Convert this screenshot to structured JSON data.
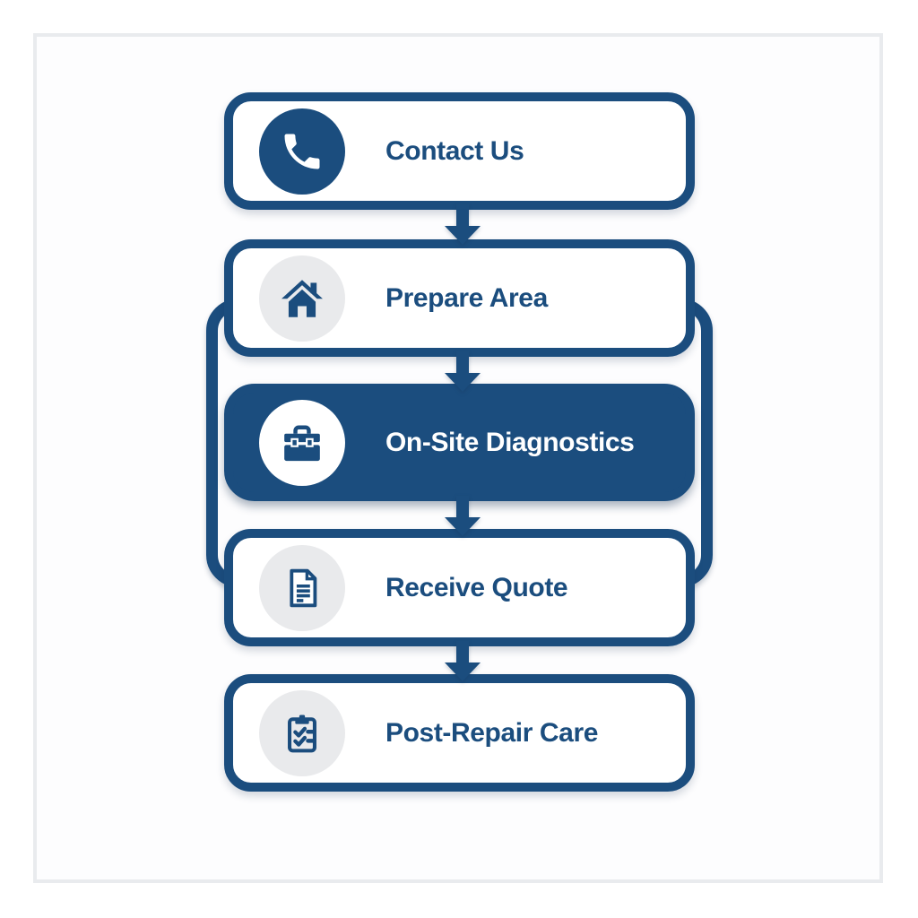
{
  "palette": {
    "primary_blue": "#1b4d7e",
    "icon_circle_gray": "#e9eaec",
    "card_background": "#ffffff",
    "frame_border": "#e9ebee",
    "highlight_text": "#ffffff"
  },
  "diagram": {
    "type": "vertical-flowchart",
    "steps": [
      {
        "label": "Contact Us",
        "icon": "phone-icon",
        "icon_style": "blue-circle-white-glyph",
        "highlighted": false
      },
      {
        "label": "Prepare Area",
        "icon": "home-icon",
        "icon_style": "gray-circle-blue-glyph",
        "highlighted": false
      },
      {
        "label": "On-Site Diagnostics",
        "icon": "toolbox-icon",
        "icon_style": "white-circle-blue-glyph",
        "highlighted": true
      },
      {
        "label": "Receive Quote",
        "icon": "document-icon",
        "icon_style": "gray-circle-blue-glyph",
        "highlighted": false
      },
      {
        "label": "Post-Repair Care",
        "icon": "clipboard-icon",
        "icon_style": "gray-circle-blue-glyph",
        "highlighted": false
      }
    ],
    "connectors": {
      "between_steps": "arrow-down",
      "loop_bracket": "rounded outline enclosing steps 2 through 4"
    }
  }
}
